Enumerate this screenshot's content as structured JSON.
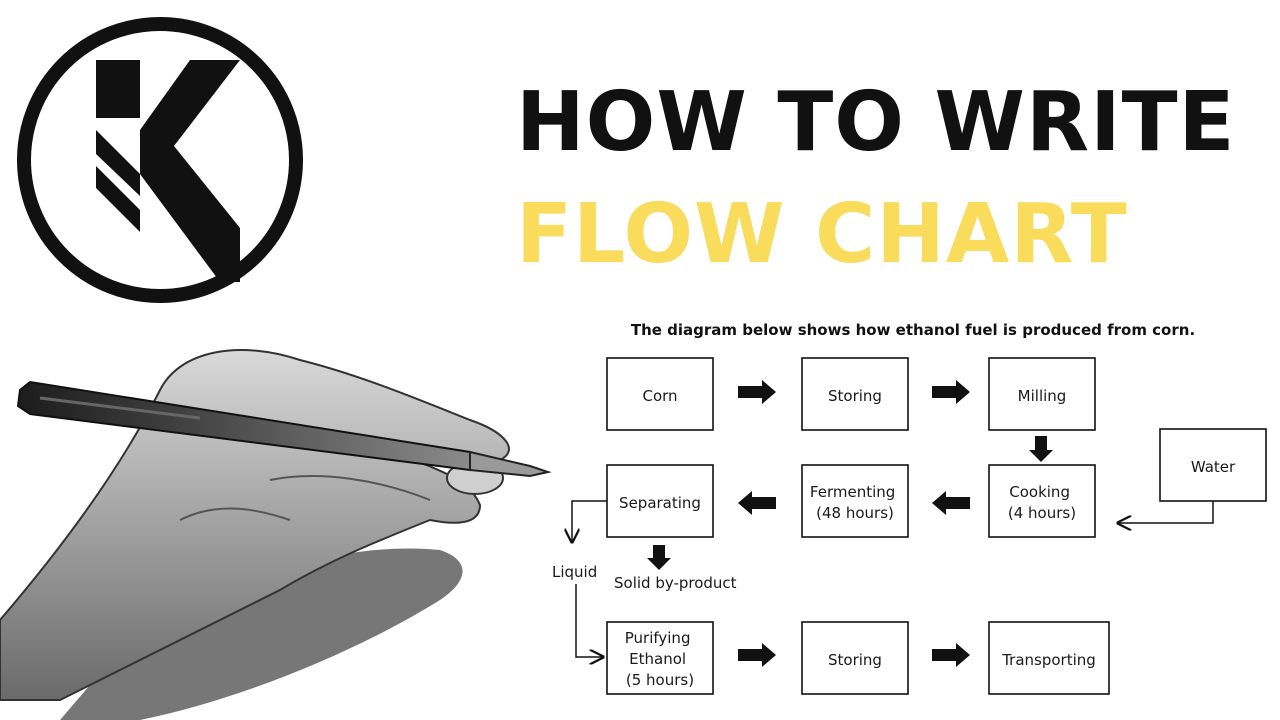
{
  "header": {
    "line1": "HOW TO WRITE",
    "line2": "FLOW CHART",
    "line1_color": "#111111",
    "line2_color": "#f9dc5c"
  },
  "logo": {
    "letter": "K",
    "icon": "k-logo-icon"
  },
  "illustration": {
    "icon": "hand-writing-with-pen-icon"
  },
  "diagram": {
    "caption": "The diagram below shows how ethanol fuel is produced from corn.",
    "steps": {
      "corn": [
        "Corn"
      ],
      "storing1": [
        "Storing"
      ],
      "milling": [
        "Milling"
      ],
      "water": [
        "Water"
      ],
      "cooking": [
        "Cooking",
        "(4 hours)"
      ],
      "fermenting": [
        "Fermenting",
        "(48 hours)"
      ],
      "separating": [
        "Separating"
      ],
      "purifying": [
        "Purifying",
        "Ethanol",
        "(5 hours)"
      ],
      "storing2": [
        "Storing"
      ],
      "transporting": [
        "Transporting"
      ]
    },
    "labels": {
      "liquid": "Liquid",
      "solid": "Solid by-product"
    }
  }
}
